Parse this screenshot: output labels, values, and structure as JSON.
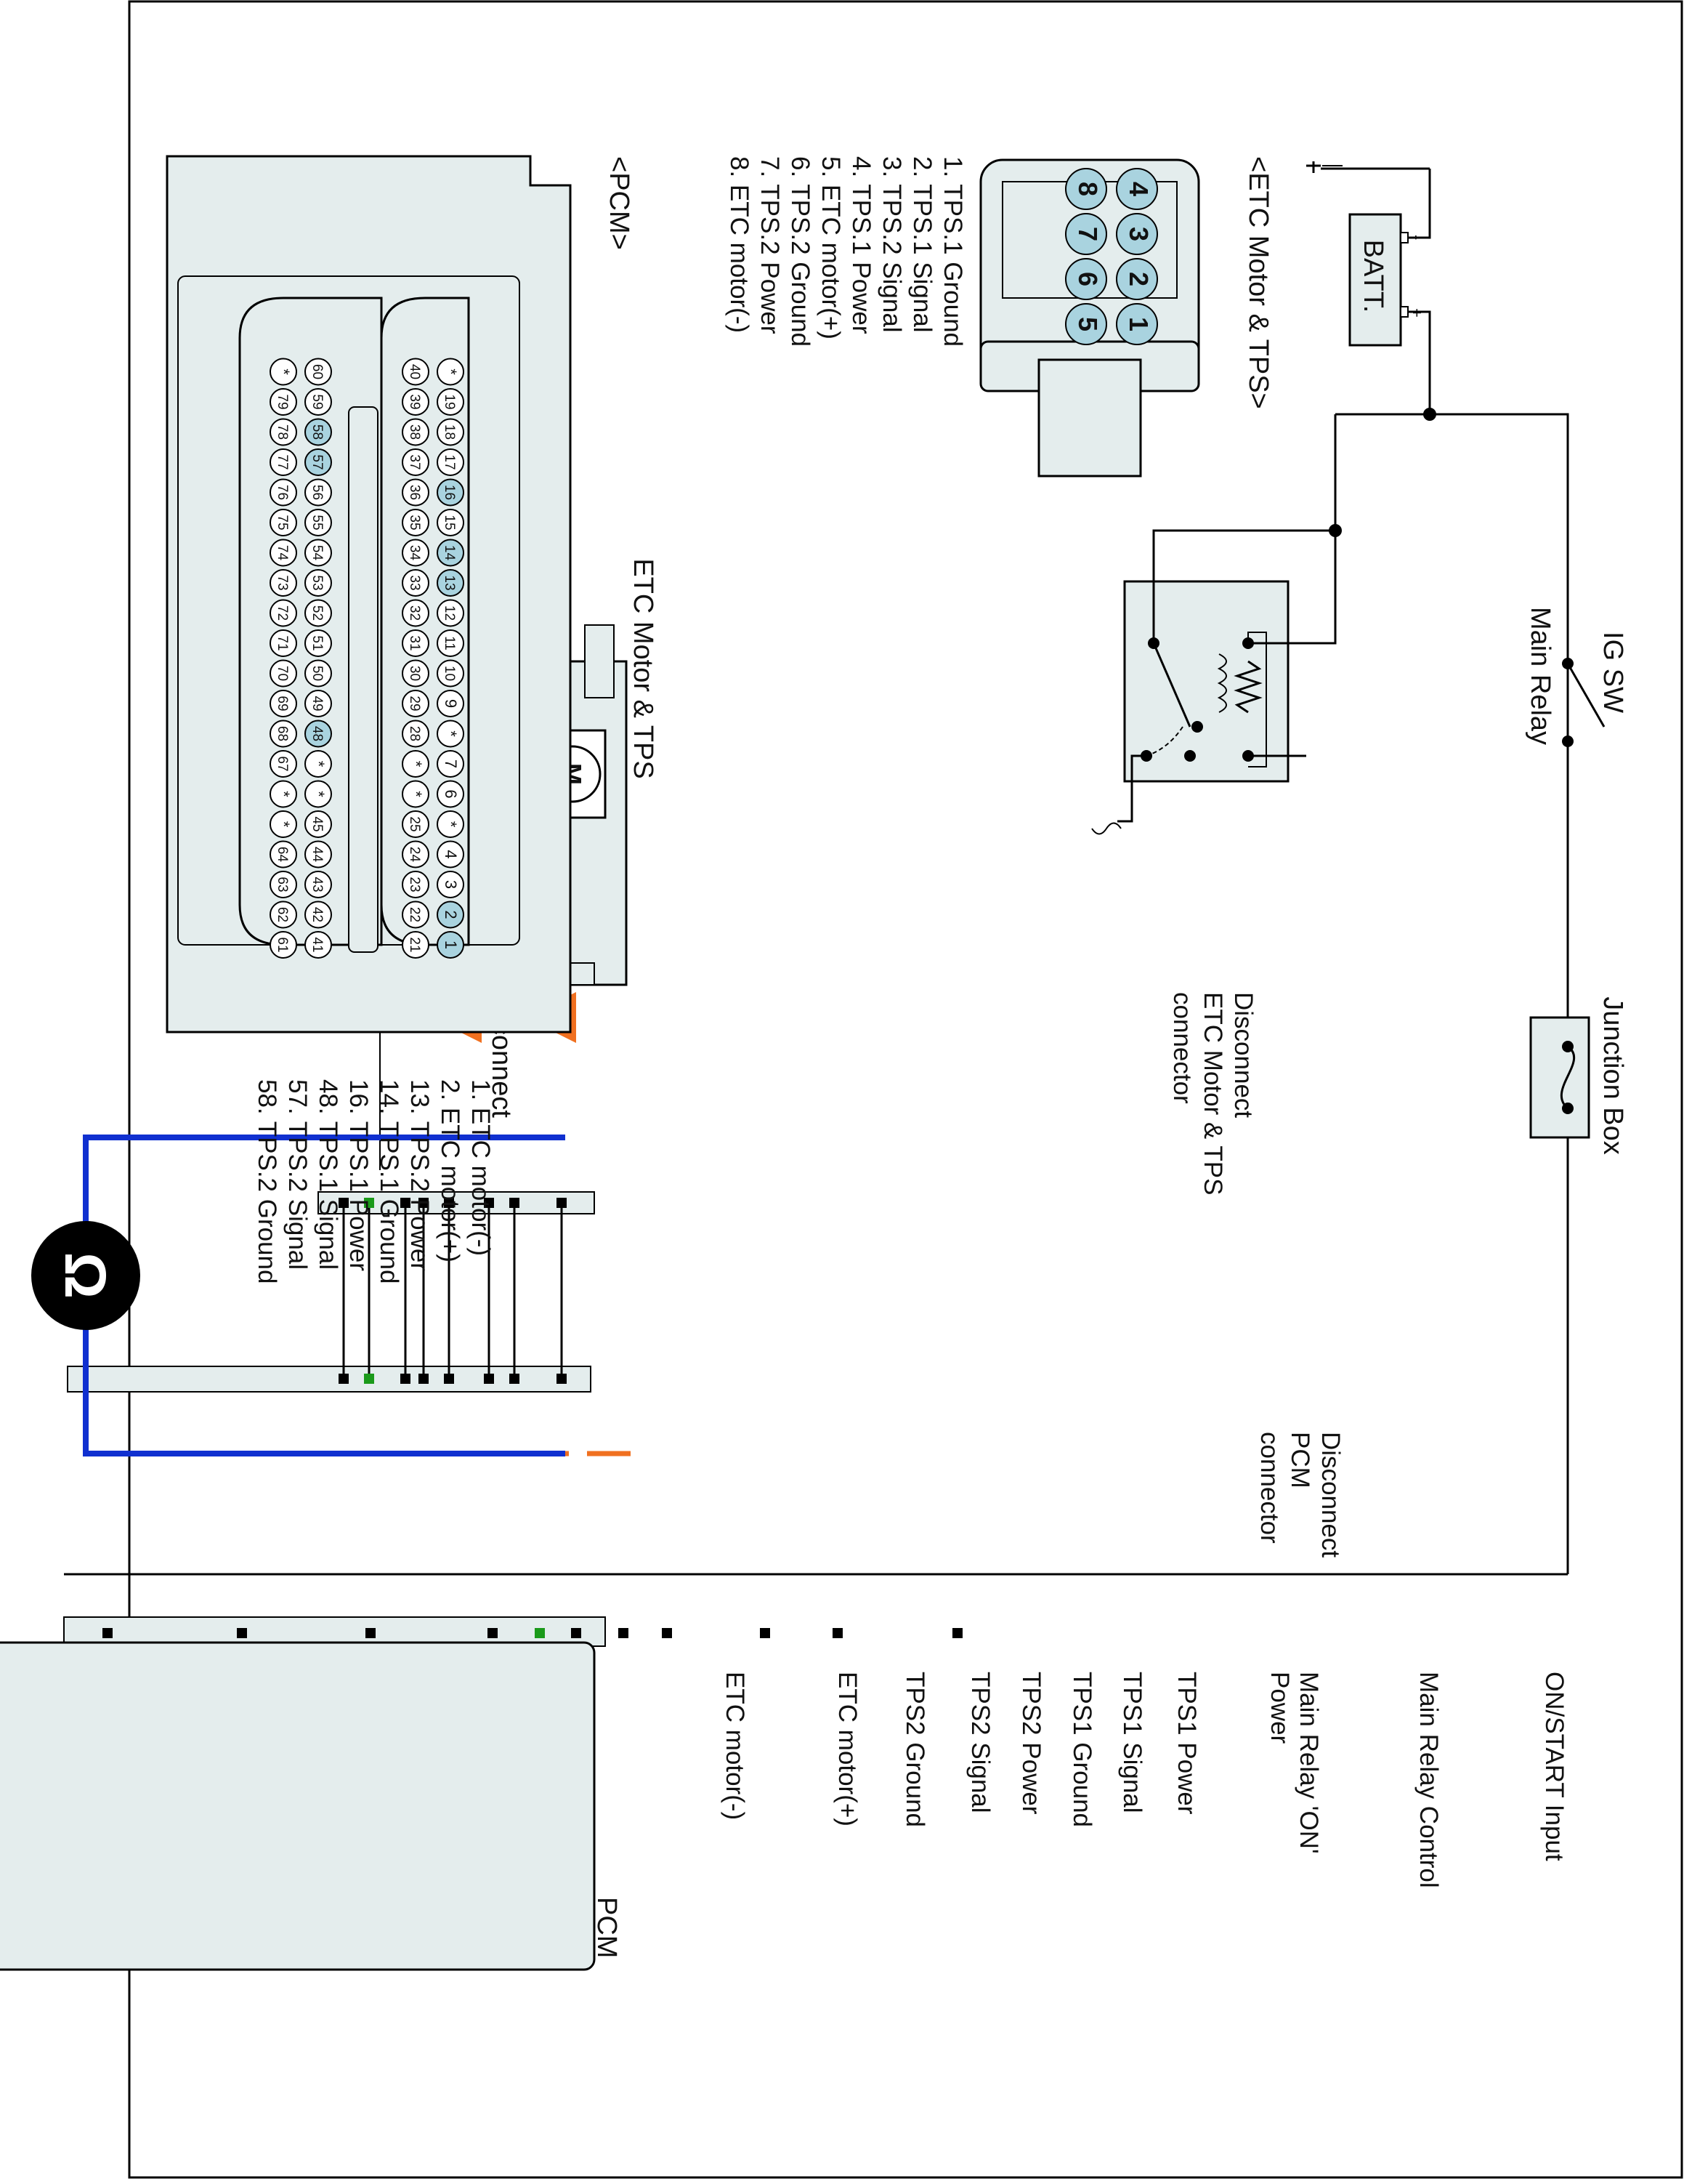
{
  "top": {
    "ig_sw": "IG SW",
    "main_relay": "Main Relay",
    "batt": "BATT.",
    "batt_minus": "-",
    "batt_plus": "+",
    "junction_box": "Junction Box"
  },
  "etc_motor_tps": {
    "block_title": "ETC Motor & TPS",
    "motor_symbol": "M",
    "connector_title": "<ETC Motor & TPS>",
    "connector_pins": [
      "1",
      "2",
      "3",
      "4",
      "5",
      "6",
      "7",
      "8"
    ],
    "pin_list": [
      {
        "text": "1. TPS.1 Ground",
        "highlight": false
      },
      {
        "text": "2. TPS.1 Signal",
        "highlight": true
      },
      {
        "text": "3. TPS.2 Signal",
        "highlight": false
      },
      {
        "text": "4. TPS.1 Power",
        "highlight": false
      },
      {
        "text": "5. ETC motor(+)",
        "highlight": false
      },
      {
        "text": "6. TPS.2 Ground",
        "highlight": false
      },
      {
        "text": "7. TPS.2 Power",
        "highlight": false
      },
      {
        "text": "8. ETC motor(-)",
        "highlight": false
      }
    ]
  },
  "pcm_connector": {
    "title": "<PCM>",
    "row_top": [
      "1",
      "2",
      "3",
      "4",
      "*",
      "6",
      "7",
      "*",
      "9",
      "10",
      "11",
      "12",
      "13",
      "14",
      "15",
      "16",
      "17",
      "18",
      "19",
      "*"
    ],
    "row_2": [
      "21",
      "22",
      "23",
      "24",
      "25",
      "*",
      "*",
      "28",
      "29",
      "30",
      "31",
      "32",
      "33",
      "34",
      "35",
      "36",
      "37",
      "38",
      "39",
      "40"
    ],
    "row_3": [
      "41",
      "42",
      "43",
      "44",
      "45",
      "*",
      "*",
      "48",
      "49",
      "50",
      "51",
      "52",
      "53",
      "54",
      "55",
      "56",
      "57",
      "58",
      "59",
      "60"
    ],
    "row_4": [
      "61",
      "62",
      "63",
      "64",
      "*",
      "*",
      "67",
      "68",
      "69",
      "70",
      "71",
      "72",
      "73",
      "74",
      "75",
      "76",
      "77",
      "78",
      "79",
      "*"
    ],
    "highlighted_pins": [
      "1",
      "2",
      "13",
      "14",
      "16",
      "48",
      "57",
      "58"
    ],
    "pin_list": [
      {
        "text": "1. ETC motor(-)",
        "highlight": false
      },
      {
        "text": "2. ETC motor(+)",
        "highlight": false
      },
      {
        "text": "13. TPS.2 Power",
        "highlight": false
      },
      {
        "text": "14. TPS.1 Ground",
        "highlight": false
      },
      {
        "text": "16. TPS.1 Power",
        "highlight": false
      },
      {
        "text": "48. TPS.1 Signal",
        "highlight": true
      },
      {
        "text": "57. TPS.2 Signal",
        "highlight": false
      },
      {
        "text": "58. TPS.2 Ground",
        "highlight": false
      }
    ]
  },
  "disconnect": {
    "etc_label_lines": [
      "Disconnect",
      "ETC Motor & TPS",
      "connector"
    ],
    "pcm_label_lines": [
      "Disconnect",
      "PCM",
      "connector"
    ]
  },
  "meter": {
    "symbol": "Ω"
  },
  "pcm": {
    "title": "PCM",
    "signals": [
      {
        "text": "ON/START Input",
        "highlight": false
      },
      {
        "text": "Main Relay Control",
        "highlight": false
      },
      {
        "text": "Main Relay 'ON'",
        "text2": "Power",
        "highlight": false
      },
      {
        "text": "TPS1 Power",
        "highlight": false
      },
      {
        "text": "TPS1 Signal",
        "highlight": true
      },
      {
        "text": "TPS1 Ground",
        "highlight": false
      },
      {
        "text": "TPS2 Power",
        "highlight": false
      },
      {
        "text": "TPS2 Signal",
        "highlight": false
      },
      {
        "text": "TPS2 Ground",
        "highlight": false
      },
      {
        "text": "ETC motor(+)",
        "highlight": false
      },
      {
        "text": "ETC motor(-)",
        "highlight": false
      }
    ]
  },
  "colors": {
    "green_highlight": "#1a8a1a",
    "pin_blue": "#a9d3df",
    "meter_wire": "#1030d0",
    "arrow_orange": "#f07020",
    "body_fill": "#e4eded"
  }
}
